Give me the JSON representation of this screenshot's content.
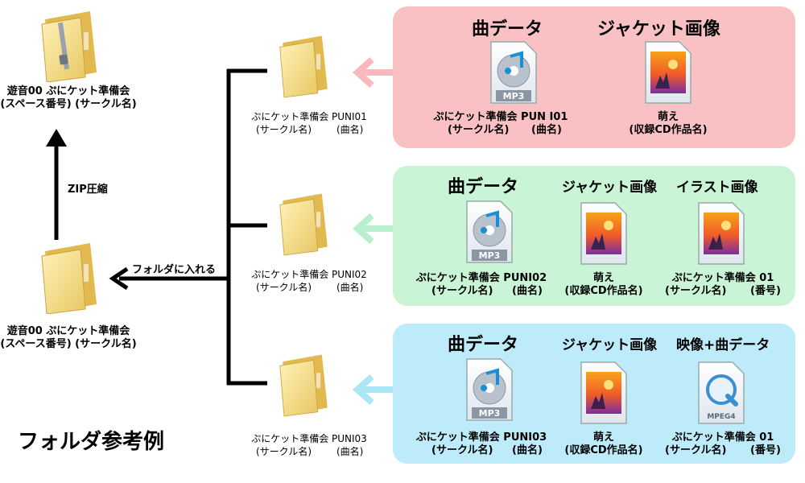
{
  "colors": {
    "panel_pink": "#f9c1c3",
    "panel_green": "#c9f5d6",
    "panel_blue": "#bdebf9",
    "arrow_pink": "#f8b9bc",
    "arrow_green": "#b8f0cf",
    "arrow_blue": "#a9e6f6",
    "folder": "#f4dc8a"
  },
  "left": {
    "zip_folder": {
      "line1": "遊音00 ぷにケット準備会",
      "line2": "(スペース番号) (サークル名)",
      "icon": "zip-folder-icon"
    },
    "zip_label": "ZIP圧縮",
    "main_folder": {
      "line1": "遊音00 ぷにケット準備会",
      "line2": "(スペース番号) (サークル名)",
      "icon": "folder-icon"
    },
    "put_in_label": "フォルダに入れる",
    "example_title": "フォルダ参考例"
  },
  "folders": [
    {
      "line1": "ぷにケット準備会 PUNI01",
      "line2a": "(サークル名)",
      "line2b": "(曲名)"
    },
    {
      "line1": "ぷにケット準備会 PUNI02",
      "line2a": "(サークル名)",
      "line2b": "(曲名)"
    },
    {
      "line1": "ぷにケット準備会 PUNI03",
      "line2a": "(サークル名)",
      "line2b": "(曲名)"
    }
  ],
  "panels": [
    {
      "headers": [
        "曲データ",
        "ジャケット画像"
      ],
      "items": [
        {
          "icon": "mp3-file-icon",
          "badge": "MP3",
          "line1": "ぷにケット準備会 PUN I01",
          "line2a": "(サークル名)",
          "line2b": "(曲名)"
        },
        {
          "icon": "image-file-icon",
          "line1": "萌え",
          "line2a": "(収録CD作品名)"
        }
      ]
    },
    {
      "headers": [
        "曲データ",
        "ジャケット画像",
        "イラスト画像"
      ],
      "items": [
        {
          "icon": "mp3-file-icon",
          "badge": "MP3",
          "line1": "ぷにケット準備会 PUNI02",
          "line2a": "(サークル名)",
          "line2b": "(曲名)"
        },
        {
          "icon": "image-file-icon",
          "line1": "萌え",
          "line2a": "(収録CD作品名)"
        },
        {
          "icon": "image-file-icon",
          "line1": "ぷにケット準備会 01",
          "line2a": "(サークル名)",
          "line2b": "(番号)"
        }
      ]
    },
    {
      "headers": [
        "曲データ",
        "ジャケット画像",
        "映像+曲データ"
      ],
      "items": [
        {
          "icon": "mp3-file-icon",
          "badge": "MP3",
          "line1": "ぷにケット準備会 PUNI03",
          "line2a": "(サークル名)",
          "line2b": "(曲名)"
        },
        {
          "icon": "image-file-icon",
          "line1": "萌え",
          "line2a": "(収録CD作品名)"
        },
        {
          "icon": "video-file-icon",
          "badge": "MPEG4",
          "line1": "ぷにケット準備会 01",
          "line2a": "(サークル名)",
          "line2b": "(番号)"
        }
      ]
    }
  ]
}
